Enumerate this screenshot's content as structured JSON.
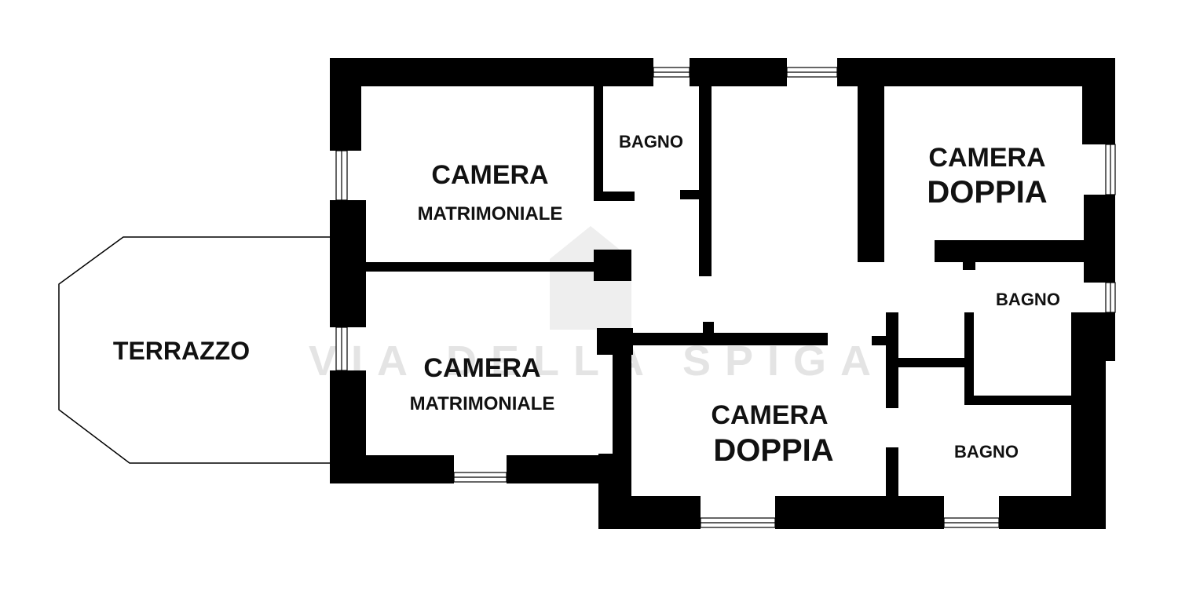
{
  "rooms": {
    "camera_matrimoniale_1": {
      "line1": "CAMERA",
      "line2": "MATRIMONIALE"
    },
    "camera_matrimoniale_2": {
      "line1": "CAMERA",
      "line2": "MATRIMONIALE"
    },
    "camera_doppia_1": {
      "line1": "CAMERA",
      "line2": "DOPPIA"
    },
    "camera_doppia_2": {
      "line1": "CAMERA",
      "line2": "DOPPIA"
    },
    "bagno_1": "BAGNO",
    "bagno_2": "BAGNO",
    "bagno_3": "BAGNO",
    "terrazzo": "TERRAZZO"
  },
  "watermark": {
    "text": "VIA DELLA SPIGA",
    "icon": "house-icon",
    "color": "#e4e4e4"
  },
  "colors": {
    "wall": "#000000",
    "background": "#ffffff",
    "text": "#111111"
  }
}
